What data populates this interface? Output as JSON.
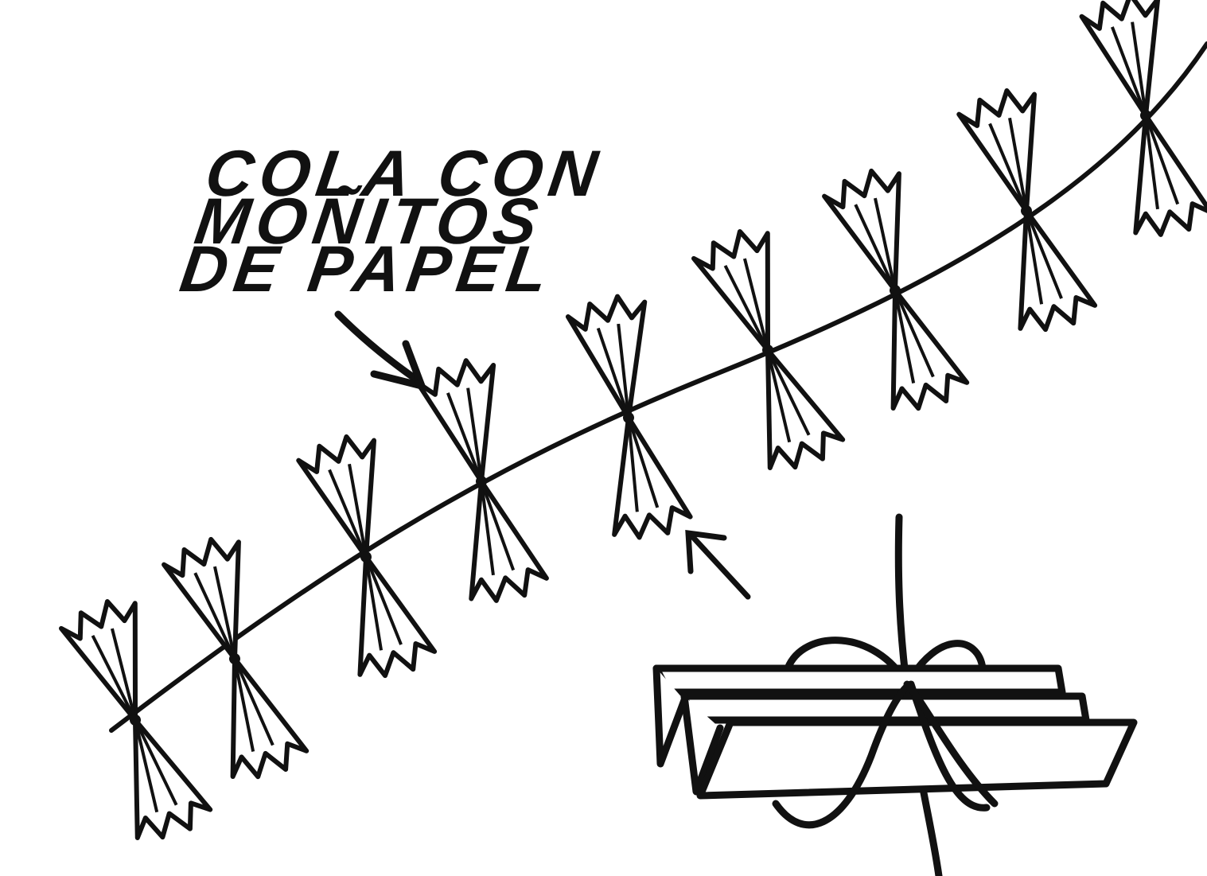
{
  "caption": {
    "lines": [
      "COLA CON",
      "MOÑITOS",
      "DE PAPEL"
    ]
  },
  "colors": {
    "ink": "#111111",
    "paper": "#ffffff"
  },
  "icons": {
    "caption_pointer": "arrow-icon",
    "detail_pointer": "arrow-icon"
  },
  "bow_count": 10
}
